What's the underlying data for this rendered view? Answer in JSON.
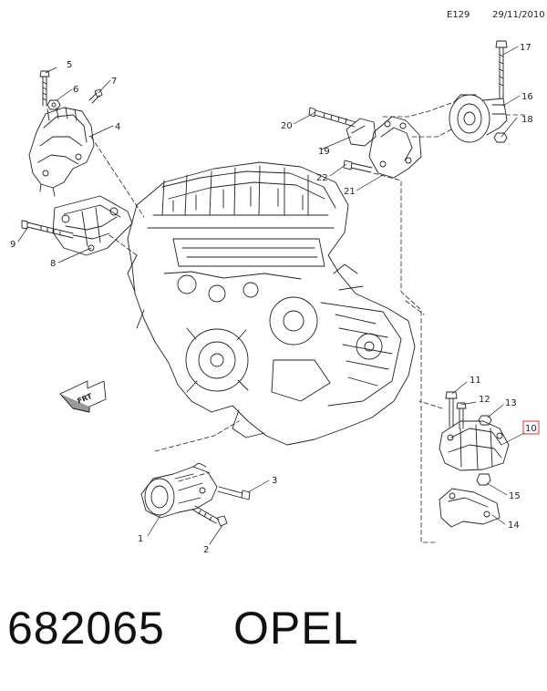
{
  "header": {
    "code": "E129",
    "date": "29/11/2010"
  },
  "callouts": {
    "c1": "1",
    "c2": "2",
    "c3": "3",
    "c4": "4",
    "c5": "5",
    "c6": "6",
    "c7": "7",
    "c8": "8",
    "c9": "9",
    "c10": "10",
    "c11": "11",
    "c12": "12",
    "c13": "13",
    "c14": "14",
    "c15": "15",
    "c16": "16",
    "c17": "17",
    "c18": "18",
    "c19": "19",
    "c20": "20",
    "c21": "21",
    "c22": "22"
  },
  "direction_label": "FRT",
  "highlight_color": "#e0303a",
  "footer": {
    "part_number": "682065",
    "brand": "OPEL"
  }
}
